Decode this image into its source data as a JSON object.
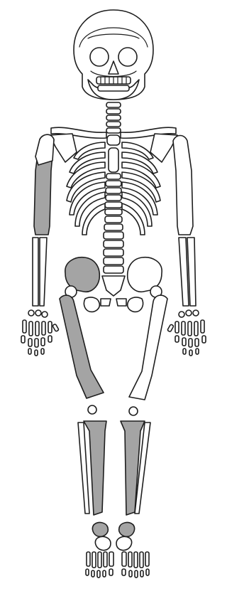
{
  "colors": {
    "background": "#ffffff",
    "outline": "#1e1e1e",
    "bone_present": "#ffffff",
    "bone_shaded": "#a4a4a4"
  },
  "skeleton_view": "anterior",
  "shaded_elements": [
    "right-humerus",
    "right-ilium",
    "right-femur",
    "right-tibia",
    "left-tibia",
    "right-talus",
    "left-talus"
  ]
}
